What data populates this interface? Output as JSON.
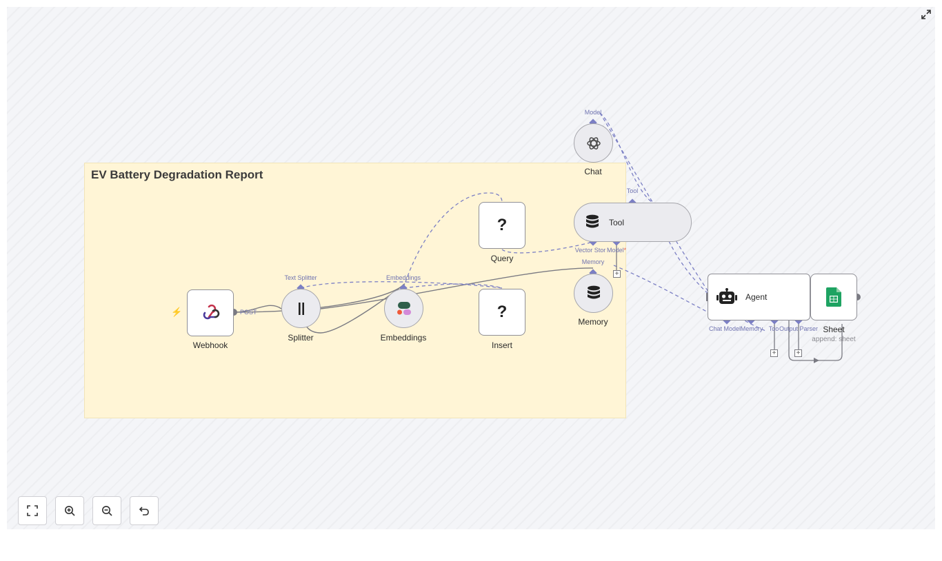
{
  "sticky_note": {
    "title": "EV Battery Degradation Report"
  },
  "nodes": {
    "webhook": {
      "label": "Webhook"
    },
    "splitter": {
      "label": "Splitter"
    },
    "embeddings": {
      "label": "Embeddings"
    },
    "query": {
      "label": "Query",
      "glyph": "?"
    },
    "insert": {
      "label": "Insert",
      "glyph": "?"
    },
    "chat": {
      "label": "Chat"
    },
    "tool": {
      "label": "Tool"
    },
    "memory": {
      "label": "Memory"
    },
    "agent": {
      "label": "Agent"
    },
    "sheet": {
      "label": "Sheet",
      "subtitle": "append: sheet"
    }
  },
  "edge_labels": {
    "post": "POST"
  },
  "port_labels": {
    "text_splitter": "Text Splitter",
    "embeddings": "Embeddings",
    "model": "Model",
    "tool": "Tool",
    "vector_store": "Vector Stor",
    "tool_model": "Model",
    "tool_model_required": "*",
    "memory": "Memory",
    "chat_model": "Chat Model",
    "agent_memory": "Memory",
    "agent_tool": "Too",
    "output_parser": "Output Parser"
  },
  "controls": {
    "fit_view": "fit-view",
    "zoom_in": "zoom-in",
    "zoom_out": "zoom-out",
    "undo": "undo"
  },
  "colors": {
    "connection_main": "#7a7a82",
    "connection_ai": "#7b7fc4",
    "sticky_bg": "#fff5d6",
    "trigger": "#ee5a55",
    "sheets_green": "#1ea362"
  }
}
